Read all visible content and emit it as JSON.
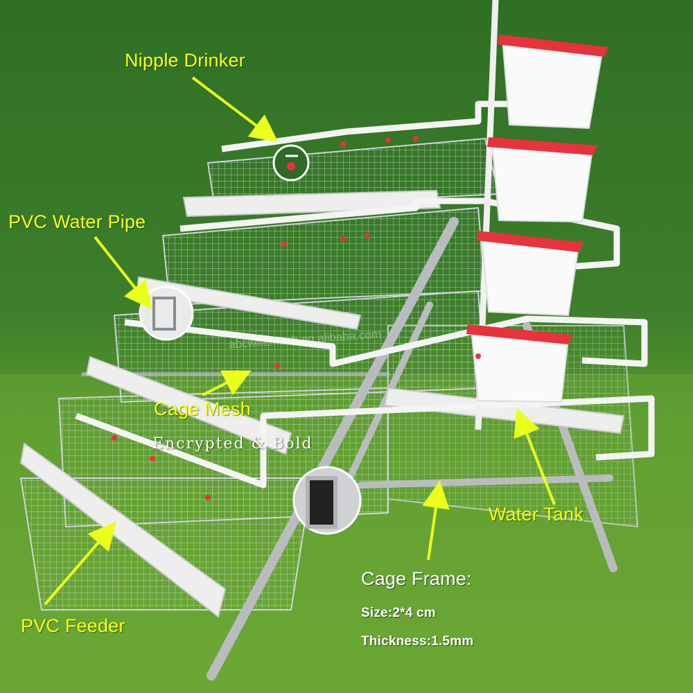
{
  "labels": {
    "nipple_drinker": "Nipple Drinker",
    "pvc_water_pipe": "PVC Water Pipe",
    "cage_mesh": "Cage Mesh",
    "encrypted_bold": "Encrypted & Bold",
    "water_tank": "Water Tank",
    "pvc_feeder": "PVC Feeder",
    "cage_frame": "Cage Frame:",
    "size": "Size:2*4 cm",
    "thickness": "Thickness:1.5mm"
  },
  "watermark": "abcwiremesh.en.alibaba.com",
  "colors": {
    "label_text": "#f7ff1a",
    "spec_text": "#ffffff",
    "arrow": "#eaff1a",
    "background_grass": "#3f8a2a",
    "tank_lid": "#e8323c",
    "pipe": "#f4f4f4",
    "frame": "#b9bcbf"
  }
}
